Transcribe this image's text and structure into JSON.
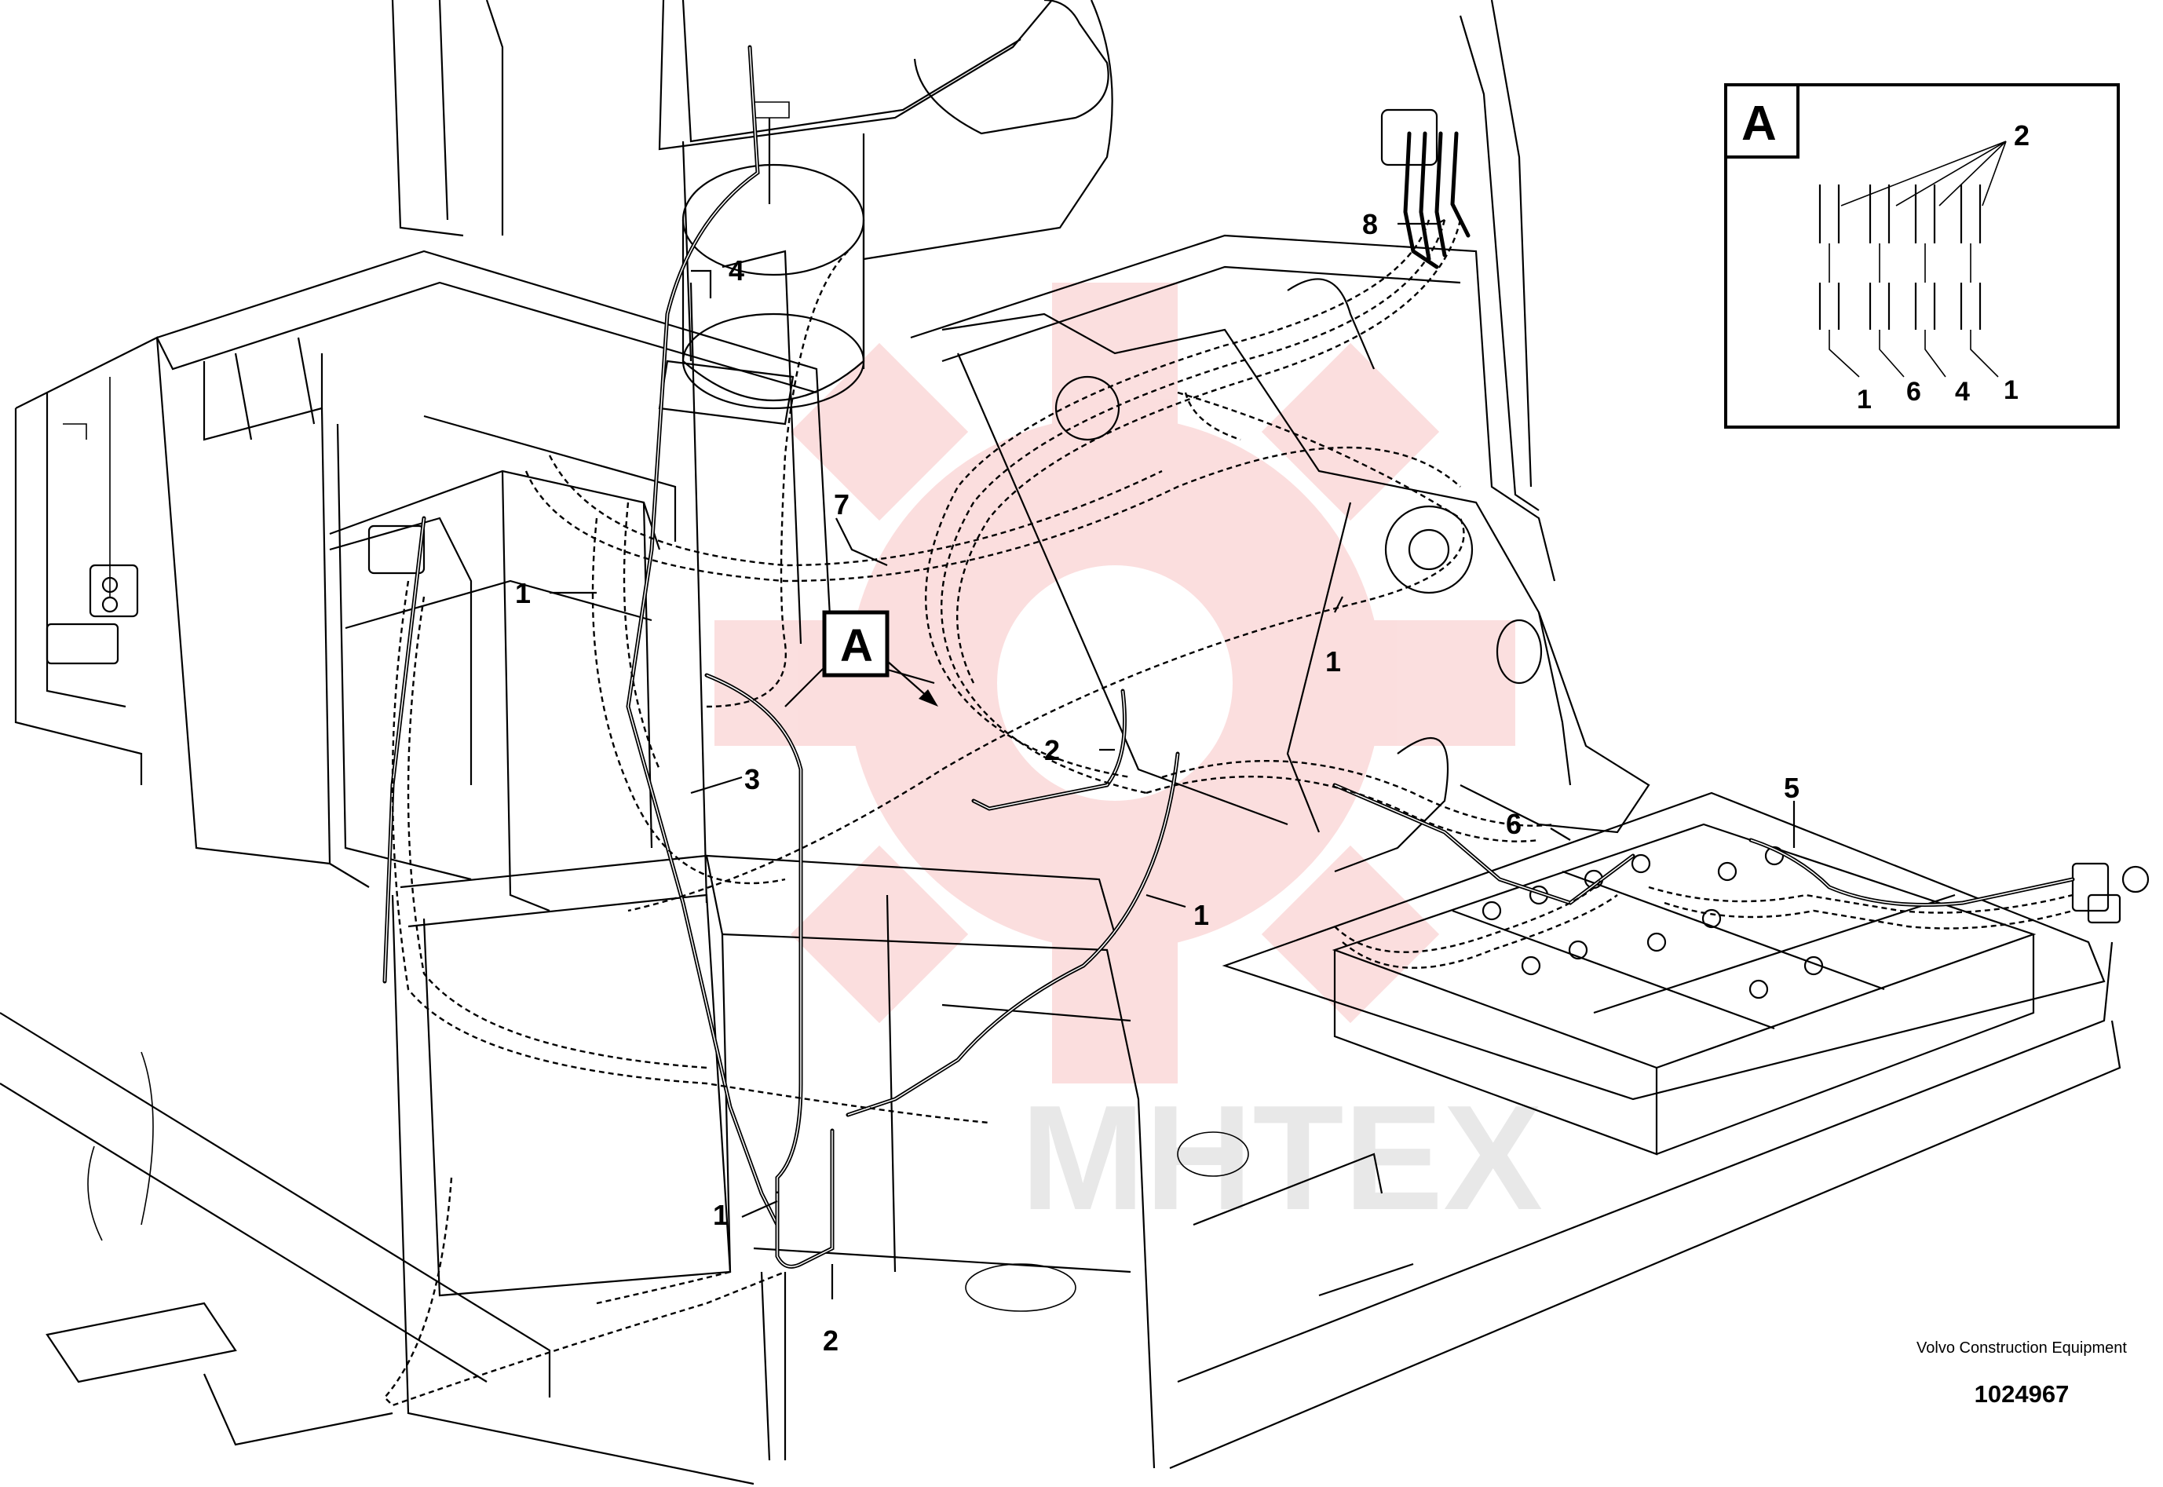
{
  "labels": {
    "harness_1": "1",
    "harness_2": "2",
    "harness_3": "3",
    "harness_4": "4",
    "harness_5": "5",
    "harness_6": "6",
    "harness_7": "7",
    "harness_8": "8",
    "view_a": "A"
  },
  "detail_a": {
    "letter": "A",
    "callout_top": "2",
    "wire_labels": [
      "1",
      "6",
      "4",
      "1"
    ]
  },
  "watermark": {
    "text": "MHTEX",
    "color": "#e83a3a"
  },
  "footer": {
    "brand": "Volvo Construction Equipment",
    "number": "1024967"
  }
}
